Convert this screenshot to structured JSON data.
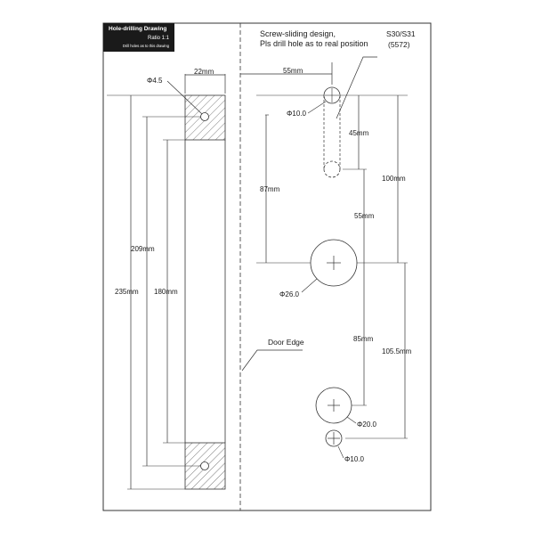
{
  "title_block": {
    "title": "Hole-drilling Drawing",
    "ratio": "Ratio 1:1",
    "note": "Drill holes as to this drawing"
  },
  "model": {
    "code": "S30/S31",
    "number": "(5572)"
  },
  "notes": {
    "screw_line1": "Screw-sliding design,",
    "screw_line2": "Pls drill hole as to real position",
    "door_edge": "Door Edge"
  },
  "left_dims": {
    "width": "22mm",
    "hole_dia": "Φ4.5",
    "d209": "209mm",
    "d235": "235mm",
    "d180": "180mm"
  },
  "right_dims": {
    "backset": "55mm",
    "slot_dia": "Φ10.0",
    "slot_len": "45mm",
    "d87": "87mm",
    "d100": "100mm",
    "d55v": "55mm",
    "big_dia": "Φ26.0",
    "d85": "85mm",
    "d105": "105.5mm",
    "mid_dia": "Φ20.0",
    "small_dia": "Φ10.0"
  },
  "colors": {
    "line": "#1a1a1a",
    "title_bg": "#1a1a1a"
  }
}
